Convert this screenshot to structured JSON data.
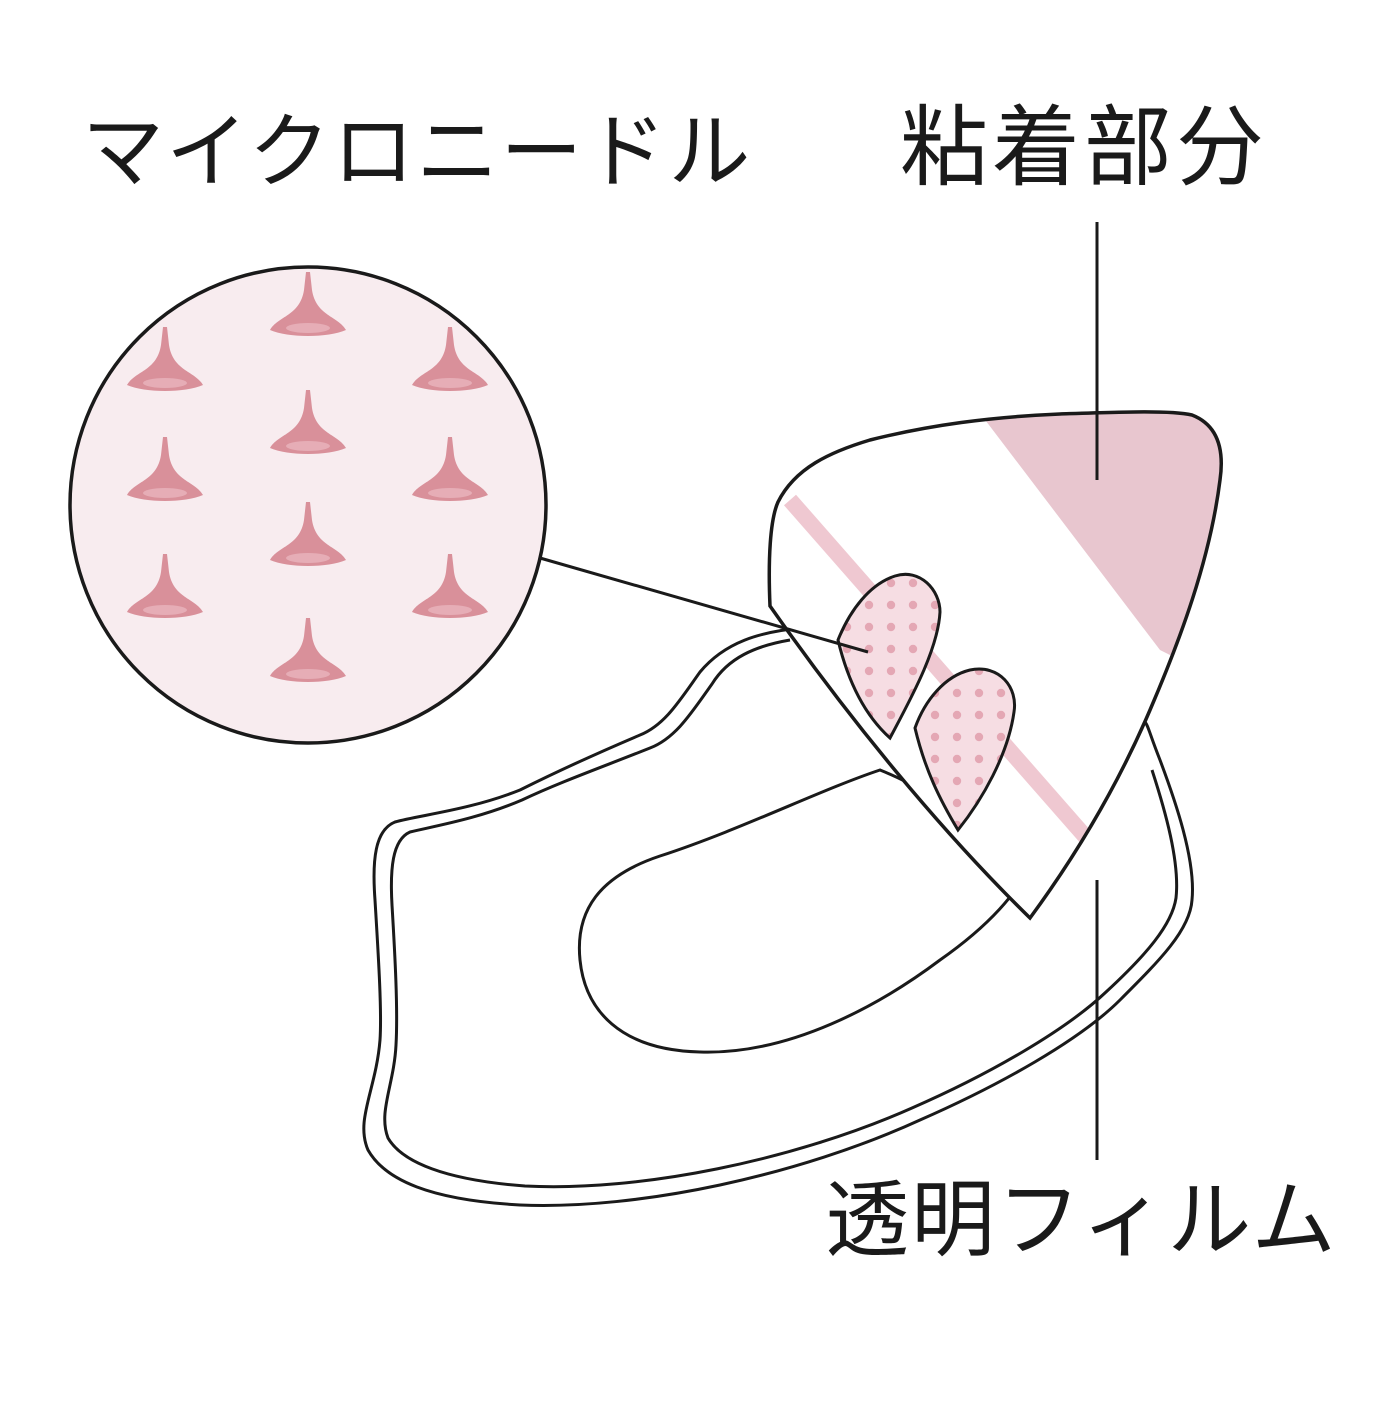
{
  "labels": {
    "microneedle": "マイクロニードル",
    "adhesive": "粘着部分",
    "film": "透明フィルム"
  },
  "colors": {
    "outline": "#1a1a1a",
    "circle_fill": "#f8ecef",
    "needle": "#d9909a",
    "adhesive_fill": "#e8c6cf",
    "stripe": "#efc8d1",
    "dot_patch": "#f6dde3",
    "dot": "#e4a7b4"
  },
  "icons": {
    "needle": "microneedle-cone-icon",
    "patch": "eye-patch-outline"
  }
}
